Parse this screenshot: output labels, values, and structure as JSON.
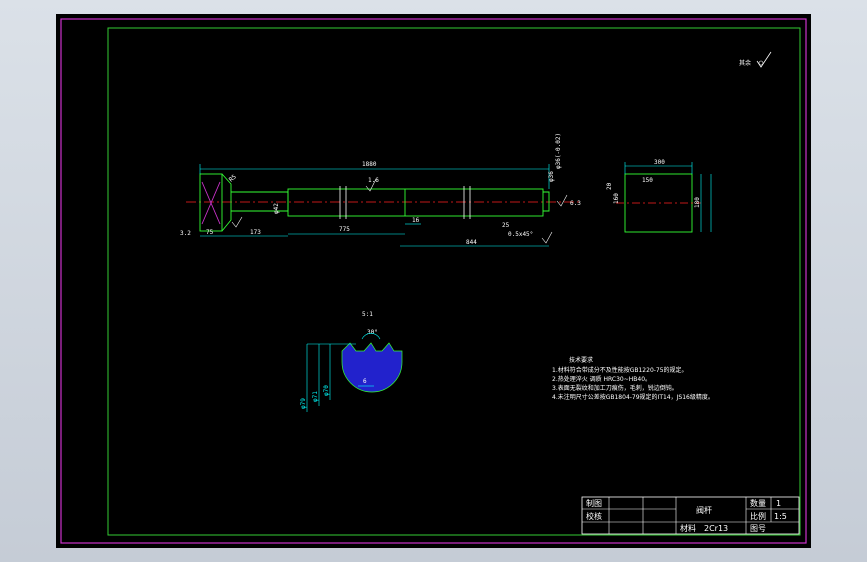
{
  "drawing": {
    "roughness_label": "其余",
    "roughness_value": "√"
  },
  "shaft": {
    "dim_total": "1880",
    "dim_left_end": "75",
    "dim_173": "173",
    "dim_775": "775",
    "dim_16": "16",
    "dim_844": "844",
    "dim_25": "25",
    "chamfer": "0.5x45°",
    "dim_d1": "φ42",
    "dim_d2": "φ36",
    "dim_r": "R5",
    "rough_1": "1.6",
    "rough_2": "3.2",
    "rough_3": "6.3",
    "tol_right": "φ36(-0.02)"
  },
  "section": {
    "dim_width": "300",
    "dim_h1": "150",
    "dim_h2": "20",
    "dim_h3": "160",
    "dim_h4": "180"
  },
  "detail": {
    "scale": "5:1",
    "angle": "30°",
    "dim_bottom": "6",
    "dim_d_a": "φ79",
    "dim_d_b": "φ71",
    "dim_d_c": "φ70"
  },
  "notes": {
    "title": "技术要求",
    "lines": [
      "1.材料符合带成分不及性能按GB1220-75的规定。",
      "2.热处理淬火 调质 HRC30~HB40。",
      "3.表面无裂纹和加工刀痕伤，毛刺，锐边倒钝。",
      "4.未注明尺寸公差按GB1804-79规定的IT14，JS16级精度。"
    ]
  },
  "title_block": {
    "drawn_label": "制图",
    "checked_label": "校核",
    "part_name": "阀杆",
    "qty_label": "数量",
    "qty_value": "1",
    "scale_label": "比例",
    "scale_value": "1:5",
    "material_label": "材料",
    "material_value": "2Cr13",
    "drawing_no_label": "图号"
  },
  "colors": {
    "background": "#000000",
    "frame_outer": "#cc33cc",
    "frame_inner": "#33cc33",
    "outline": "#33ff33",
    "dimension": "#00ffff",
    "centerline": "#ff2222",
    "hatch": "#2222cc",
    "text": "#ffffff"
  }
}
